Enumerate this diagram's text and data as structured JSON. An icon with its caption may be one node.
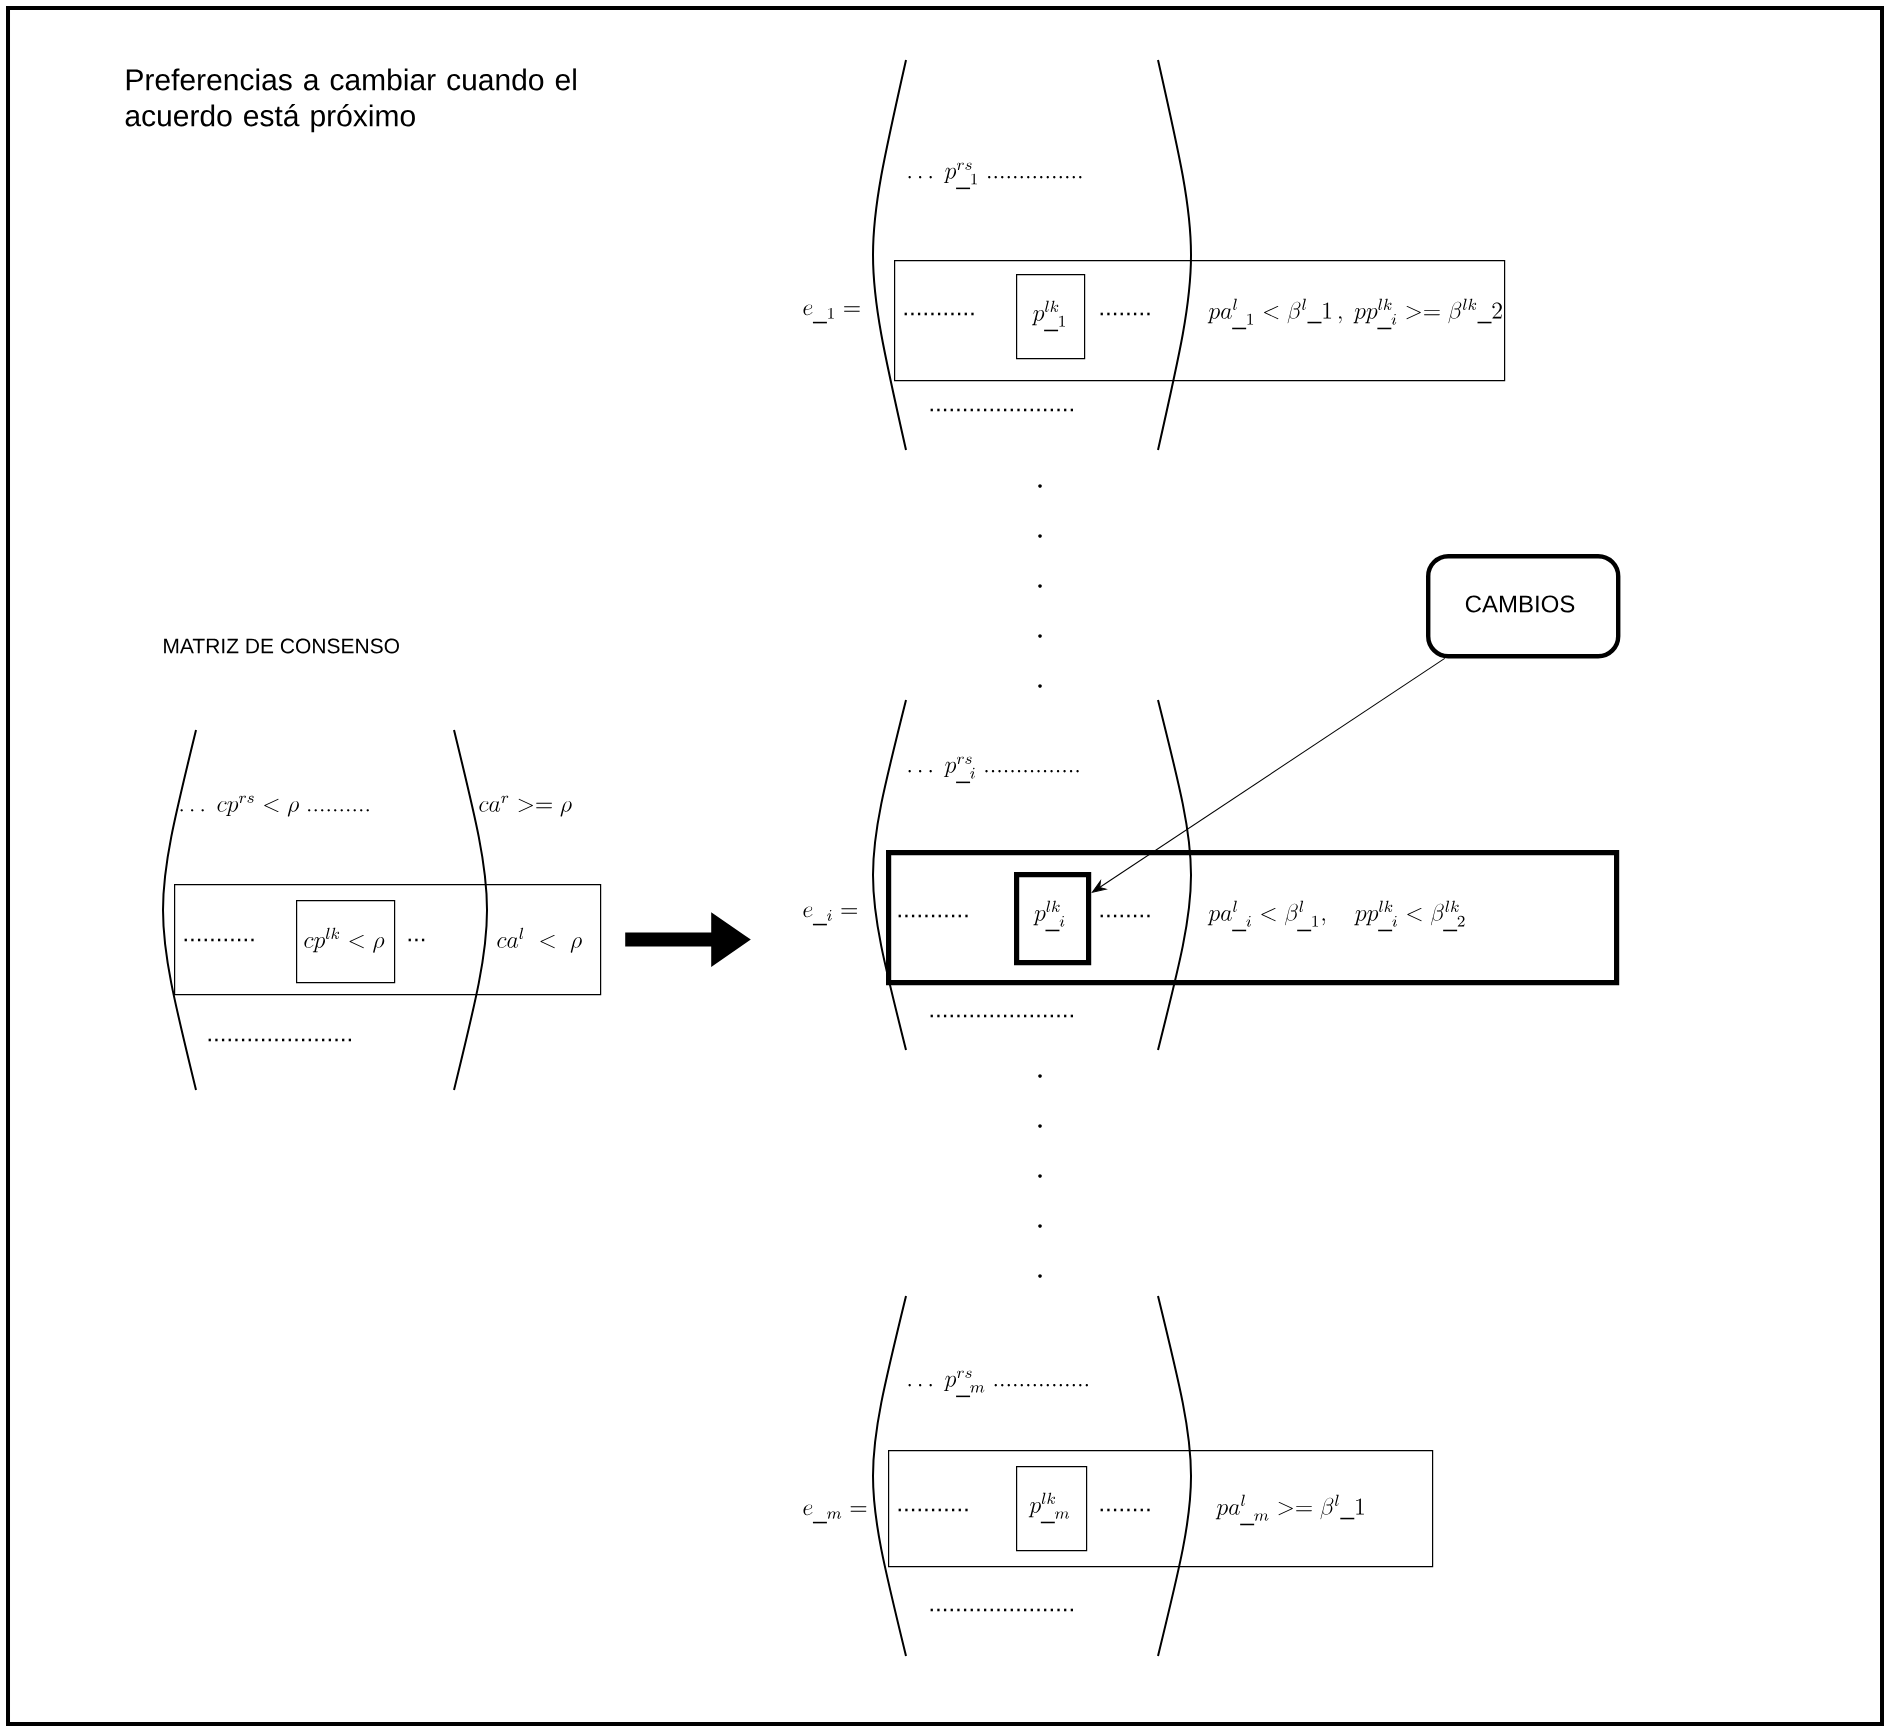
{
  "diagram": {
    "title": "Preferencias a cambiar cuando el acuerdo está próximo",
    "nodes": [
      {
        "text": [
          "...........",
          "........",
          "pa^{l}_{\\_1} < \\beta^{l}\\_1\\,,\\ pp^{lk}_{\\_i} >= \\beta^{lk}\\_2"
        ]
      },
      {
        "text": [
          "p^{lk}_{\\_1}"
        ],
        "in": 0
      },
      {
        "text": [
          "CAMBIOS"
        ]
      },
      {
        "text": [
          "...........",
          "...",
          "ca^{l}\\ <\\ \\rho"
        ]
      },
      {
        "text": [
          "cp^{lk} < \\rho"
        ],
        "in": 3
      },
      {
        "text": [
          "...........",
          "........",
          "pa^{l}_{\\_i} < \\beta^{l}_{\\_1},\\quad pp^{lk}_{\\_i} < \\beta^{lk}_{\\_2}"
        ]
      },
      {
        "text": [
          "p^{lk}_{\\_i}"
        ],
        "in": 5
      },
      {
        "text": [
          "...........",
          "........",
          "pa^{l}_{\\_m} >= \\beta^{l}\\_1"
        ]
      },
      {
        "text": [
          "p^{lk}_{\\_m}"
        ],
        "in": 7
      }
    ],
    "edges": [
      {
        "from": 3,
        "to": null,
        "arrow": "to",
        "style": "thick"
      },
      {
        "from": 2,
        "to": 6,
        "arrow": "to"
      }
    ],
    "labels": [
      "e_{\\_1}=",
      "\\ldots\\ p^{rs}_{\\_1}\\ ...............",
      "......................",
      "MATRIZ DE CONSENSO",
      "\\ldots\\ cp^{rs} <\\rho\\ ..........",
      "ca^{r} >= \\rho",
      "......................",
      "e_{\\_i}=",
      "\\ldots\\ p^{rs}_{\\_i}\\ ...............",
      "......................",
      "e_{\\_m}=",
      "\\ldots\\ p^{rs}_{\\_m}\\ ...............",
      "......................"
    ]
  }
}
